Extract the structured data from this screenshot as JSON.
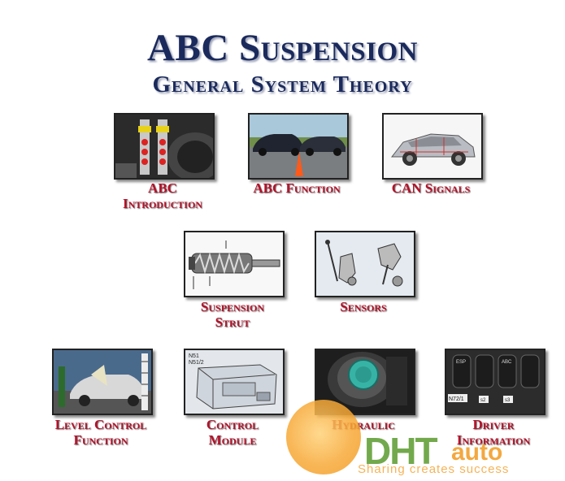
{
  "header": {
    "title_prefix": "ABC",
    "title_main": "Suspension",
    "subtitle": "General System Theory"
  },
  "menu": [
    {
      "id": "abc-introduction",
      "line1": "ABC",
      "line2": "Introduction",
      "thumb": "strut-closeup"
    },
    {
      "id": "abc-function",
      "line1": "ABC Function",
      "line2": "",
      "thumb": "cars-on-road"
    },
    {
      "id": "can-signals",
      "line1": "CAN Signals",
      "line2": "",
      "thumb": "car-cutaway"
    },
    {
      "id": "suspension-strut",
      "line1": "Suspension",
      "line2": "Strut",
      "thumb": "strut-drawing"
    },
    {
      "id": "sensors",
      "line1": "Sensors",
      "line2": "",
      "thumb": "sensor-drawing"
    },
    {
      "id": "level-control-function",
      "line1": "Level Control",
      "line2": "Function",
      "thumb": "level-car"
    },
    {
      "id": "control-module",
      "line1": "Control",
      "line2": "Module",
      "thumb": "module-drawing"
    },
    {
      "id": "hydraulic",
      "line1": "Hydraulic",
      "line2": "",
      "thumb": "reservoir-cap"
    },
    {
      "id": "driver-information",
      "line1": "Driver",
      "line2": "Information",
      "thumb": "switch-panel"
    }
  ],
  "thumb_text": {
    "module_code": "N51",
    "module_code2": "N51/2",
    "switch_code": "N72/1",
    "switch_a": "ESP",
    "switch_b": "ABC",
    "switch_n2": "s2",
    "switch_n3": "s3"
  },
  "watermark": {
    "brand": "DHT",
    "brand_suffix": "auto",
    "slogan": "Sharing creates success"
  }
}
